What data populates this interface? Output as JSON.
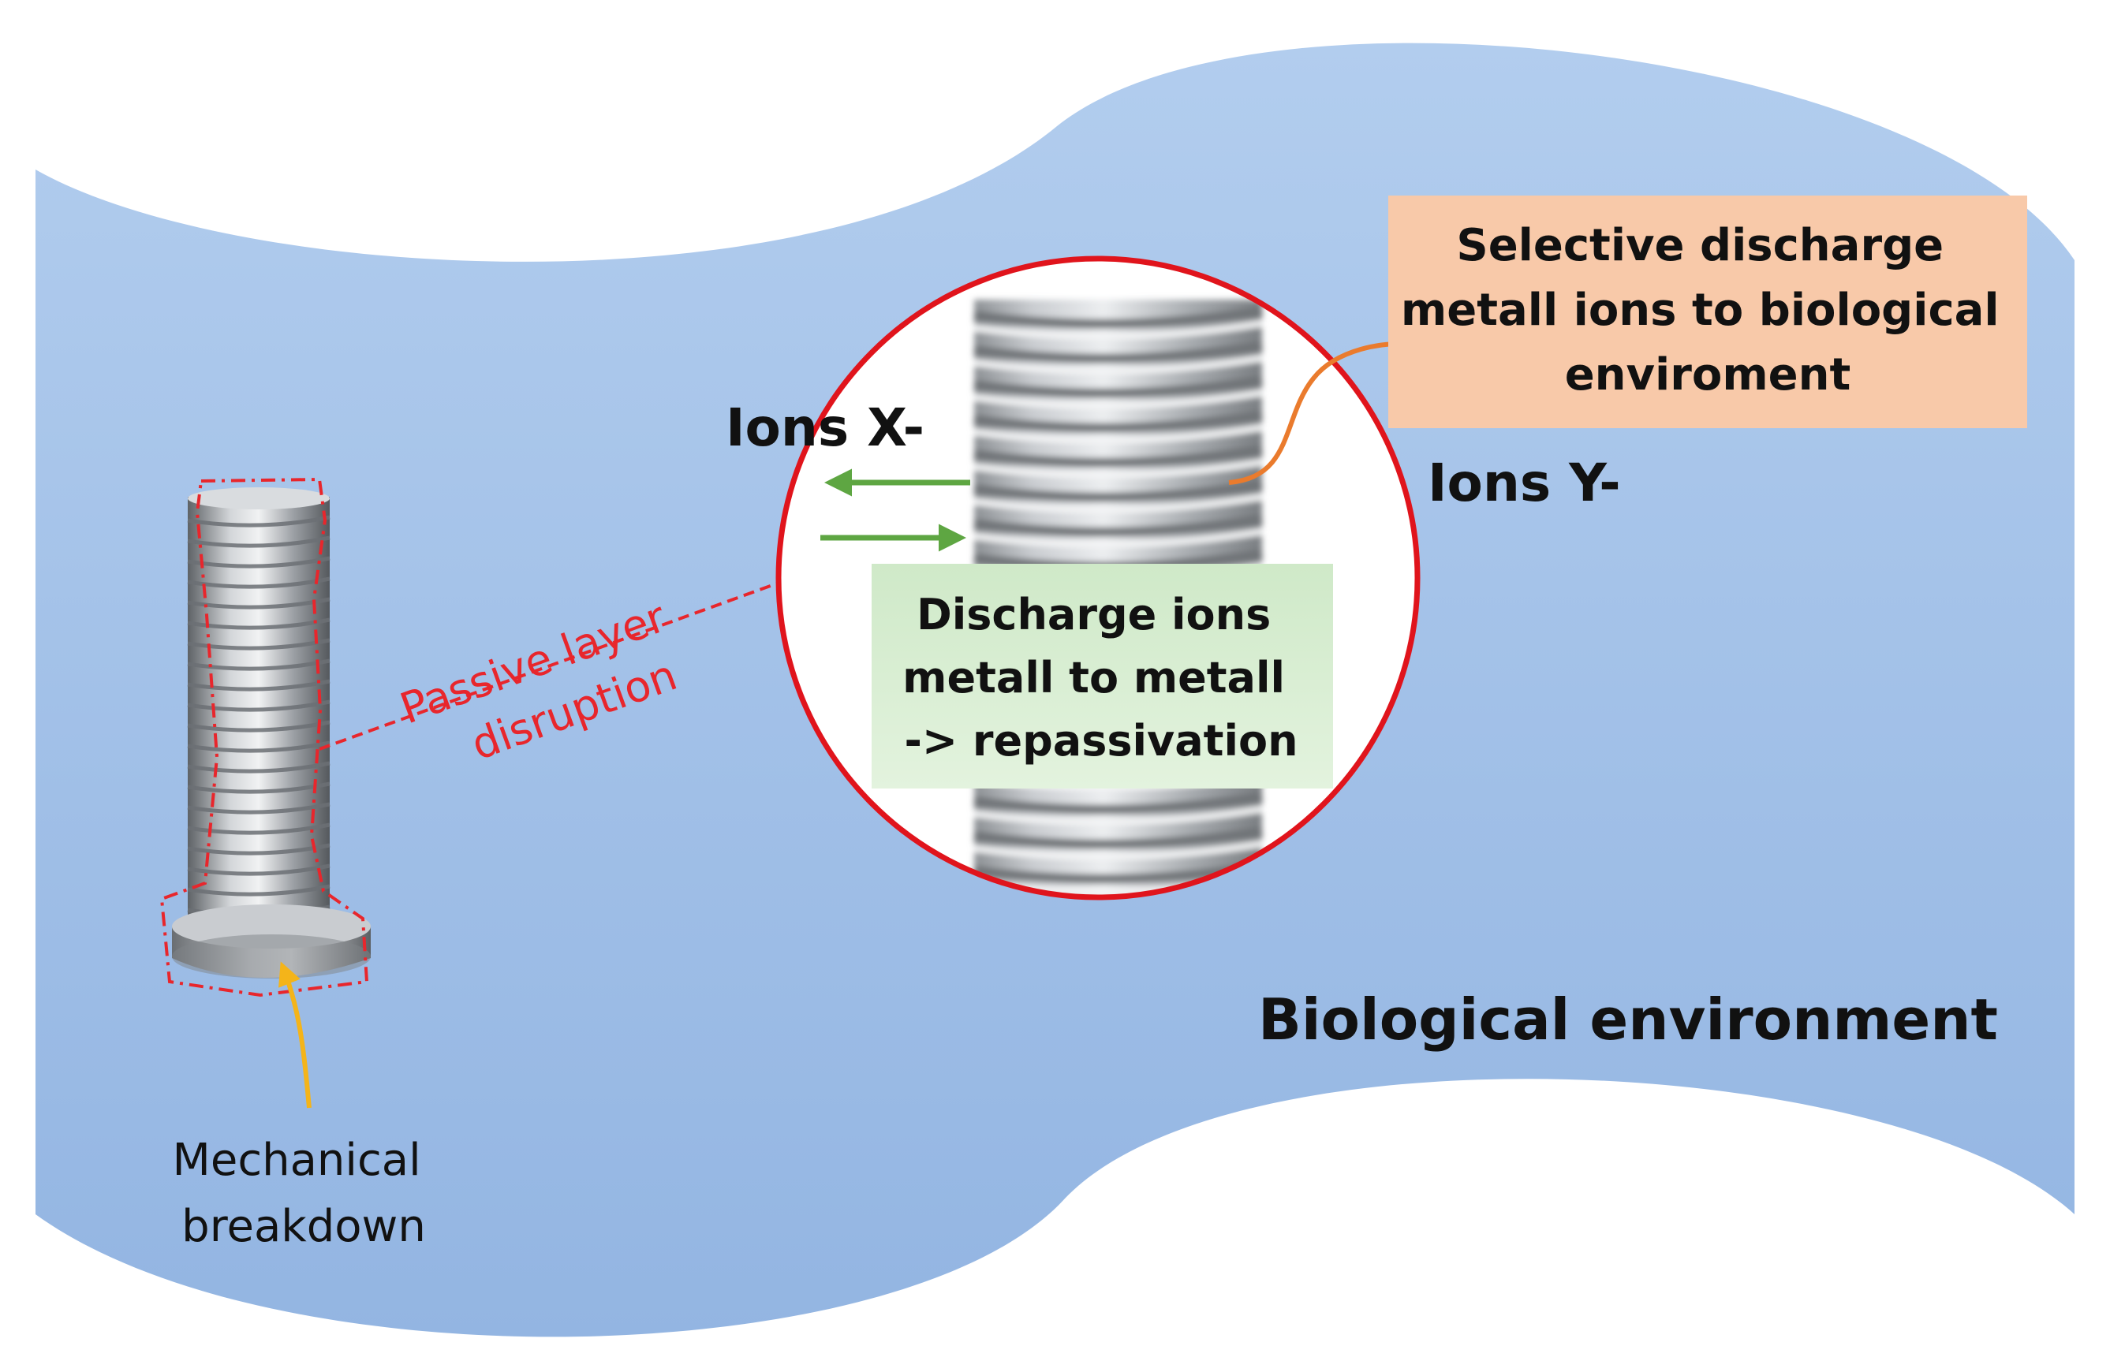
{
  "labels": {
    "selective_discharge": [
      "Selective discharge",
      "metall ions to biological",
      "enviroment"
    ],
    "ions_x": "Ions X-",
    "ions_y": "Ions Y-",
    "discharge_metal": [
      "Discharge ions",
      "metall to metall",
      "-> repassivation"
    ],
    "passive_layer": [
      "Passive layer",
      "disruption"
    ],
    "mechanical": [
      "Mechanical",
      "breakdown"
    ],
    "environment": "Biological environment"
  },
  "colors": {
    "environment_fill": "#a4c2e8",
    "selective_box": "#f8c9a9",
    "discharge_box": "#d9efd4",
    "circle_border": "#e0141c",
    "disruption_red": "#e8262c",
    "green_arrow": "#5ea642",
    "orange_arrow": "#ea7b2d",
    "yellow_arrow": "#f4b41a"
  },
  "icons": {
    "screw": "screw-icon",
    "magnified_thread": "magnified-thread-icon"
  }
}
